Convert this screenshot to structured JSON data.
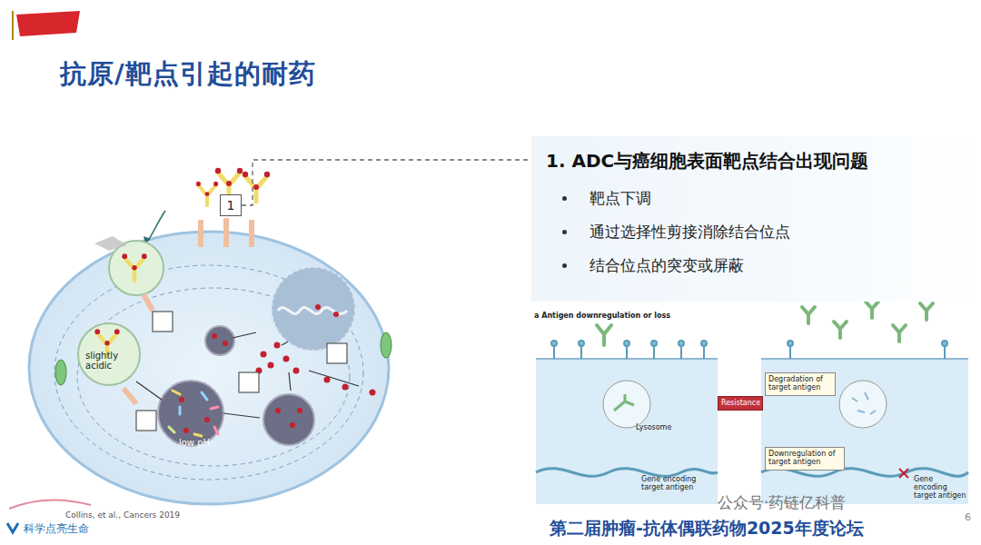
{
  "diagram": {
    "title": "抗原/靶点引起的耐药",
    "nodes": [
      {
        "text": [
          "1"
        ]
      },
      {
        "text": [
          "1. ADC与癌细胞表面靶点结合出现问题",
          "靶点下调",
          "通过选择性剪接消除结合位点",
          "结合位点的突变或屏蔽"
        ]
      },
      {
        "text": [
          "Resistance"
        ]
      },
      {
        "text": [
          "Degradation of target antigen"
        ]
      },
      {
        "text": [
          "Downregulation of target antigen"
        ]
      }
    ],
    "edges": [
      {
        "from": 0,
        "to": 1,
        "arrow": "none"
      }
    ],
    "labels": [
      "slightly acidic",
      "low pH",
      "Collins, et al., Cancers 2019",
      "a Antigen downregulation or loss",
      "Lysosome",
      "Gene encoding target antigen",
      "Gene encoding target antigen",
      "公众号·药链亿科普",
      "6",
      "第二届肿瘤-抗体偶联药物2025年度论坛",
      "科学点亮生命"
    ]
  }
}
